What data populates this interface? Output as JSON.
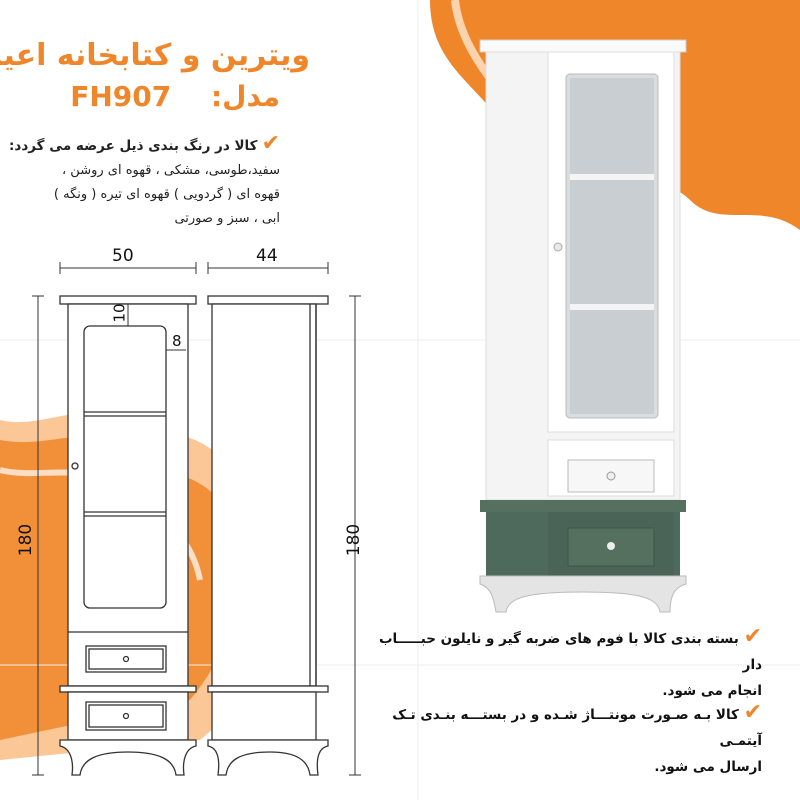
{
  "header": {
    "title": "ویترین و کتابخانه اعیان",
    "model_label": "مدل:",
    "model_code": "FH907"
  },
  "colors_section": {
    "heading": "کالا در رنگ بندی ذیل عرضه می گردد:",
    "line1": "سفید،طوسی، مشکی ، قهوه ای روشن ،",
    "line2": "قهوه ای ( گردویی ) قهوه ای تیره ( ونگه )",
    "line3": "ابی ، سبز و صورتی"
  },
  "dimensions": {
    "width": "50",
    "depth": "44",
    "height_front": "180",
    "height_side": "180",
    "top_gap": "10",
    "side_gap": "8"
  },
  "notes": [
    {
      "line1": "بسته بندی کالا با فوم های ضربه گیر و نایلون حبـــــاب دار",
      "line2": "انجام می شود."
    },
    {
      "line1": "کالا بـه صـورت مونتـــاژ شـده  و در بستـــه بنـدی تـک آیتمـی",
      "line2": "ارسال می شود."
    }
  ],
  "icons": {
    "check": "✔"
  },
  "palette": {
    "accent": "#f0862a",
    "cabinet_base": "#4e6a5c",
    "cabinet_body": "#f4f4f4"
  }
}
